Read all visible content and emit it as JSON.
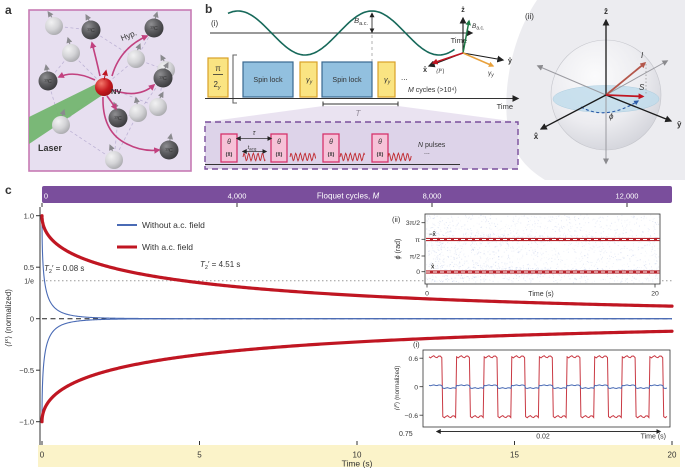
{
  "figure": {
    "panels": {
      "a": {
        "label": "a",
        "laser": "Laser",
        "nv": "NV",
        "hyperfine": "Hyp.",
        "carbon13": "¹³C"
      },
      "b": {
        "label": "b",
        "sub_i": "(i)",
        "sub_ii": "(ii)",
        "waveform": {
          "field_base": "B",
          "field_sub": "a.c.",
          "time_axis": "Time"
        },
        "sequence": {
          "pi_top": "π",
          "pi_bottom": "2",
          "pi_sub": "y",
          "spin_lock": "Spin lock",
          "gamma_base": "γ",
          "gamma_sub": "y",
          "dots": "...",
          "cycles_m": "M",
          "cycles_rest": " cycles (>10⁴)",
          "time_axis": "Time",
          "period": "T"
        },
        "frame": {
          "z": "ẑ",
          "x": "x̂",
          "y": "ŷ",
          "bac_base": "B",
          "bac_sub": "a.c.",
          "ix_pre": "⟨I",
          "ix_sup": "x",
          "ix_post": "⟩",
          "gamma_base": "γ",
          "gamma_sub": "y"
        },
        "zoom_box": {
          "theta": "θ",
          "theta_axis": "(x̂)",
          "tau": "τ",
          "tacq_base": "t",
          "tacq_sub": "acq",
          "n_base": "N",
          "n_rest": " pulses",
          "dots": "...",
          "period": "T"
        },
        "bloch": {
          "z": "ẑ",
          "x": "x̂",
          "y": "ŷ",
          "i": "I",
          "s": "S",
          "phi": "ϕ"
        }
      },
      "c": {
        "label": "c",
        "top_axis": {
          "title_pre": "Floquet cycles, ",
          "title_m": "M",
          "ticks": [
            "0",
            "4,000",
            "8,000",
            "12,000"
          ]
        },
        "y_axis": {
          "label_pre": "⟨I",
          "label_sup": "x",
          "label_post": "⟩ (normalized)",
          "ticks": [
            "1.0",
            "0.5",
            "1/e",
            "0",
            "−0.5",
            "−1.0"
          ]
        },
        "x_axis": {
          "label": "Time (s)",
          "ticks": [
            "0",
            "5",
            "10",
            "15",
            "20"
          ]
        },
        "legend": [
          {
            "label": "Without a.c. field",
            "color": "#4a6bb5"
          },
          {
            "label": "With a.c. field",
            "color": "#c01622"
          }
        ],
        "annotations": {
          "t2_short": {
            "base": "T",
            "sub": "2",
            "post": "′ = 0.08 s"
          },
          "t2_long": {
            "base": "T",
            "sub": "2",
            "post": "′ = 4.51 s"
          }
        },
        "inset_ii": {
          "label": "(ii)",
          "ylabel_phi": "ϕ",
          "ylabel_rest": " (rad)",
          "yticks": [
            "0",
            "π/2",
            "π",
            "3π/2"
          ],
          "xticks": [
            "0",
            "20"
          ],
          "xlabel": "Time (s)",
          "minus_x": "−x̂",
          "plus_x": "x̂"
        },
        "inset_i": {
          "label": "(i)",
          "ylabel_pre": "⟨I",
          "ylabel_sup": "x",
          "ylabel_post": "⟩ (normalized)",
          "yticks": [
            "0.6",
            "0",
            "−0.6"
          ],
          "x_start": "0.75",
          "x_span": "0.02",
          "xlabel": "Time (s)"
        }
      }
    },
    "colors": {
      "accent_purple": "#7a4e9c",
      "axis_bar_yellow": "#fbf3c9",
      "with_field_red": "#c01622",
      "without_field_blue": "#4a6bb5",
      "laser_green": "#74b570",
      "hyperfine_pink": "#c2417f",
      "spin_lock_blue": "#92c0df",
      "pulse_yellow": "#fae482",
      "panel_a_bg": "#e7dff0",
      "scatter_blue": "#8fa3d8",
      "sine_green": "#17695a"
    }
  },
  "chart_data": [
    {
      "id": "main_decay",
      "type": "line",
      "xlabel": "Time (s)",
      "ylabel": "⟨Ix⟩ (normalized)",
      "xlim": [
        0,
        20
      ],
      "ylim": [
        -1.0,
        1.0
      ],
      "x_ticks": [
        0,
        5,
        10,
        15,
        20
      ],
      "y_ticks": [
        1.0,
        0.5,
        0.368,
        0,
        -0.5,
        -1.0
      ],
      "top_axis": {
        "label": "Floquet cycles, M",
        "ticks": [
          0,
          4000,
          8000,
          12000
        ]
      },
      "reference_lines": [
        {
          "y": 0.368,
          "label": "1/e",
          "style": "dotted"
        },
        {
          "y": 0,
          "style": "dashed"
        }
      ],
      "legend_position": "top-left",
      "series": [
        {
          "name": "Without a.c. field",
          "color": "#4a6bb5",
          "T2prime_s": 0.08,
          "stretch": 0.5,
          "branches": "both ±",
          "x": [
            0,
            0.02,
            0.05,
            0.08,
            0.15,
            0.3,
            0.5,
            1,
            2,
            5,
            20
          ],
          "y": [
            1,
            0.61,
            0.45,
            0.37,
            0.25,
            0.14,
            0.08,
            0.03,
            0.01,
            0,
            0
          ]
        },
        {
          "name": "With a.c. field",
          "color": "#c01622",
          "T2prime_s": 4.51,
          "stretch": 0.5,
          "branches": "both ±",
          "x": [
            0,
            0.5,
            1,
            2,
            3,
            4.51,
            6,
            8,
            10,
            12,
            15,
            20
          ],
          "y": [
            1,
            0.72,
            0.62,
            0.51,
            0.44,
            0.37,
            0.32,
            0.26,
            0.23,
            0.2,
            0.16,
            0.12
          ]
        }
      ],
      "annotations": [
        "T2′ = 0.08 s",
        "T2′ = 4.51 s"
      ]
    },
    {
      "id": "inset_ii_phase",
      "type": "scatter",
      "xlabel": "Time (s)",
      "ylabel": "ϕ (rad)",
      "xlim": [
        0,
        20
      ],
      "y_tick_labels": [
        "0",
        "π/2",
        "π",
        "3π/2"
      ],
      "locked_phase_lines_rad": [
        3.1416,
        0
      ],
      "line_labels": [
        "−x̂",
        "x̂"
      ],
      "points": "diffuse noise converging onto the two locked-phase lines"
    },
    {
      "id": "inset_i_oscillation",
      "type": "line",
      "xlabel": "Time (s)",
      "ylabel": "⟨Ix⟩ (normalized)",
      "x_window": {
        "start_s": 0.75,
        "span_s": 0.02
      },
      "y_ticks": [
        0.6,
        0,
        -0.6
      ],
      "series": [
        {
          "name": "With a.c. field",
          "color": "#c01622",
          "waveform": "square",
          "amplitude": 0.63,
          "period_s": 0.00235
        },
        {
          "name": "Without a.c. field",
          "color": "#4a6bb5",
          "waveform": "square",
          "amplitude": 0.03,
          "period_s": 0.00235
        }
      ]
    }
  ]
}
